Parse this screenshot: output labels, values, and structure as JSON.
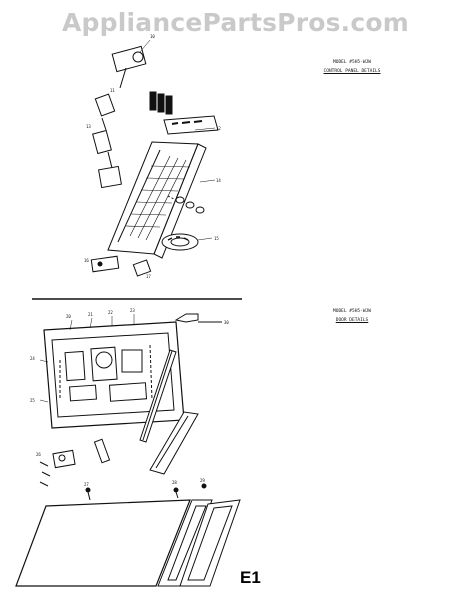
{
  "watermark": "AppliancePartsPros.com",
  "sections": [
    {
      "model_line": "MODEL #5H5-WJW",
      "title": "CONTROL PANEL DETAILS"
    },
    {
      "model_line": "MODEL #5H5-WJW",
      "title": "DOOR DETAILS"
    }
  ],
  "sheet_code": "E1",
  "colors": {
    "ink": "#111111",
    "watermark": "#c9c9c9",
    "paper": "#ffffff"
  }
}
